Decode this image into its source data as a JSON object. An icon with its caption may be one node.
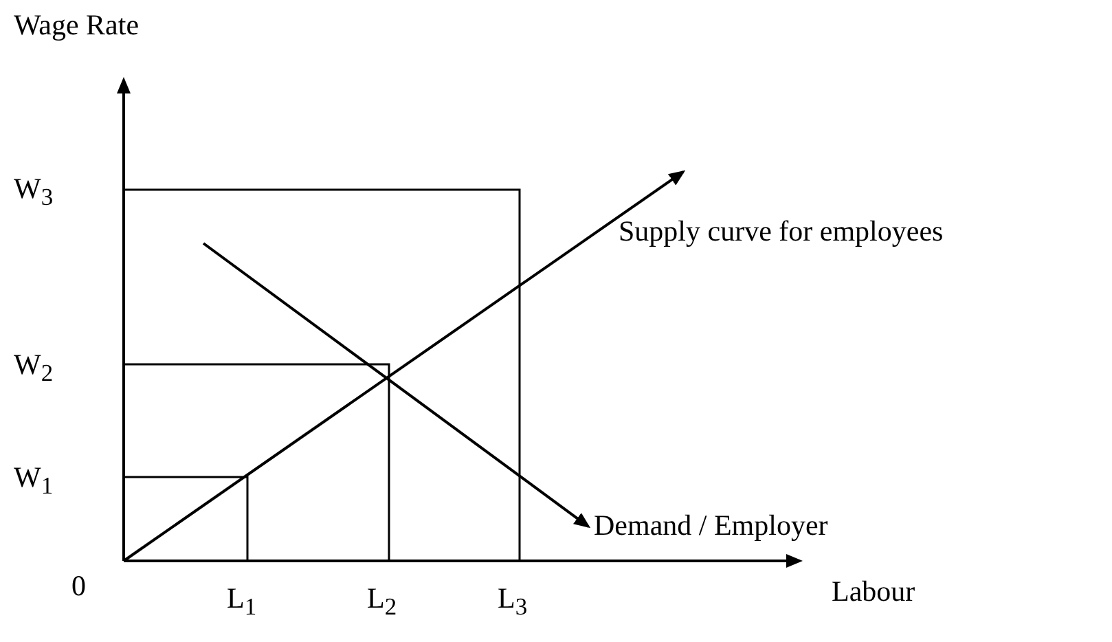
{
  "diagram": {
    "labels": [
      "Wage Rate",
      "W$_{3}$",
      "W$_{2}$",
      "W$_{1}$",
      "Supply curve for employees",
      "Demand / Employer",
      "0",
      "L$_{1}$",
      "L$_{2}$",
      "L$_{3}$",
      "Labour"
    ]
  }
}
